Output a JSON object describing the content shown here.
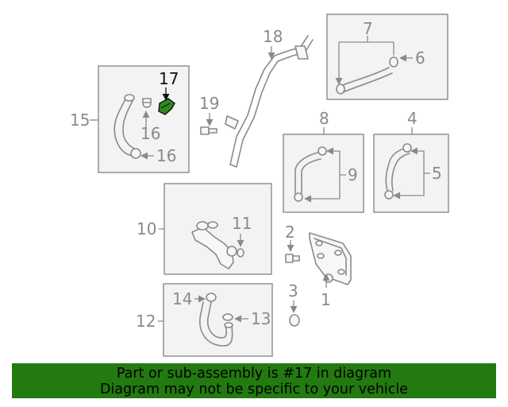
{
  "callouts": [
    "1",
    "2",
    "3",
    "4",
    "5",
    "6",
    "7",
    "8",
    "9",
    "10",
    "11",
    "12",
    "13",
    "14",
    "15",
    "16",
    "16",
    "17",
    "18",
    "19"
  ],
  "highlighted_part": "17",
  "colors": {
    "highlight_part": "#2f8a1c",
    "banner_bg": "#237a10",
    "line_gray": "#8a8a8a",
    "box_fill": "#f3f3f3"
  },
  "banner": {
    "line1": "Part or sub-assembly is #17 in diagram",
    "line2": "Diagram may not be specific to your vehicle"
  }
}
